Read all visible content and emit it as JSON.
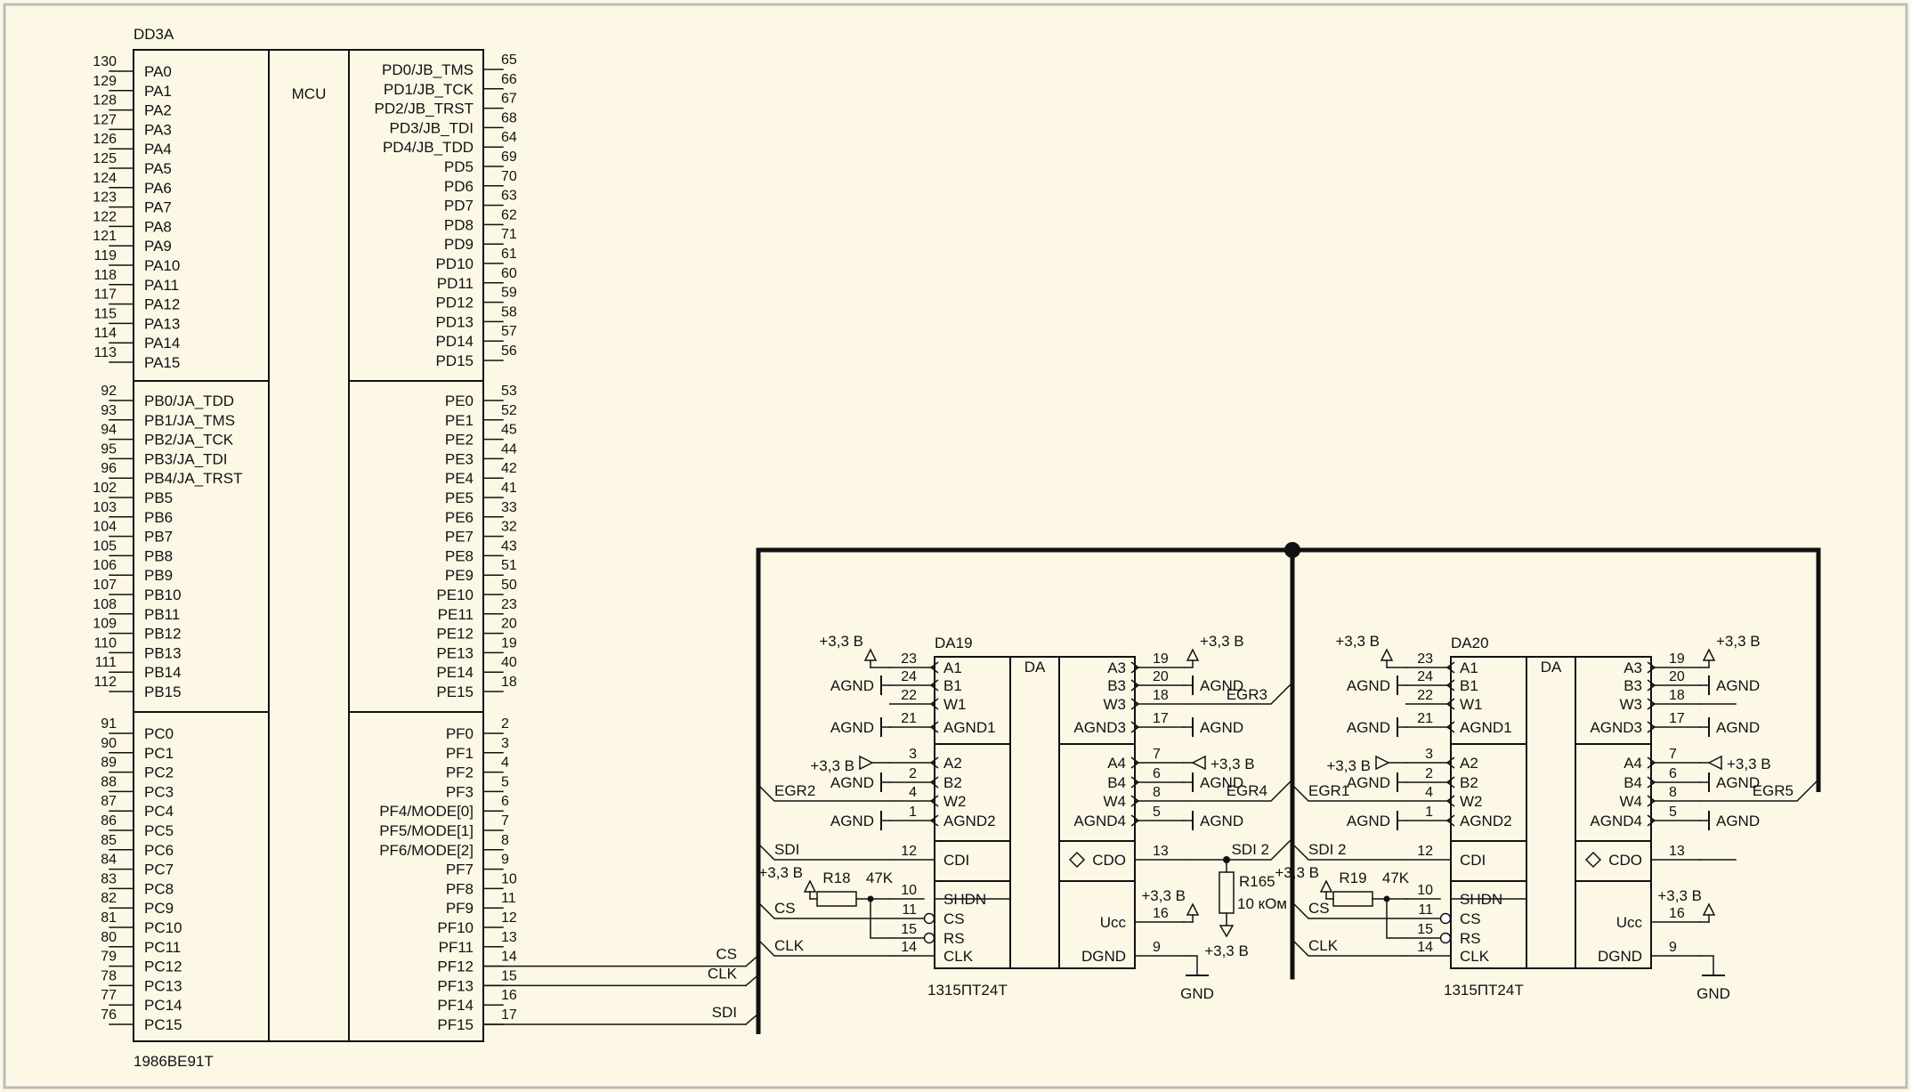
{
  "colors": {
    "background": "#fdf8e6",
    "ink": "#111111",
    "frame": "#bbbbbb"
  },
  "mcu": {
    "ref": "DD3A",
    "name": "MCU",
    "part": "1986ВЕ91Т",
    "portA": [
      {
        "label": "PA0",
        "pin": "130"
      },
      {
        "label": "PA1",
        "pin": "129"
      },
      {
        "label": "PA2",
        "pin": "128"
      },
      {
        "label": "PA3",
        "pin": "127"
      },
      {
        "label": "PA4",
        "pin": "126"
      },
      {
        "label": "PA5",
        "pin": "125"
      },
      {
        "label": "PA6",
        "pin": "124"
      },
      {
        "label": "PA7",
        "pin": "123"
      },
      {
        "label": "PA8",
        "pin": "122"
      },
      {
        "label": "PA9",
        "pin": "121"
      },
      {
        "label": "PA10",
        "pin": "119"
      },
      {
        "label": "PA11",
        "pin": "118"
      },
      {
        "label": "PA12",
        "pin": "117"
      },
      {
        "label": "PA13",
        "pin": "115"
      },
      {
        "label": "PA14",
        "pin": "114"
      },
      {
        "label": "PA15",
        "pin": "113"
      }
    ],
    "portB": [
      {
        "label": "PB0/JA_TDD",
        "pin": "92"
      },
      {
        "label": "PB1/JA_TMS",
        "pin": "93"
      },
      {
        "label": "PB2/JA_TCK",
        "pin": "94"
      },
      {
        "label": "PB3/JA_TDI",
        "pin": "95"
      },
      {
        "label": "PB4/JA_TRST",
        "pin": "96"
      },
      {
        "label": "PB5",
        "pin": "102"
      },
      {
        "label": "PB6",
        "pin": "103"
      },
      {
        "label": "PB7",
        "pin": "104"
      },
      {
        "label": "PB8",
        "pin": "105"
      },
      {
        "label": "PB9",
        "pin": "106"
      },
      {
        "label": "PB10",
        "pin": "107"
      },
      {
        "label": "PB11",
        "pin": "108"
      },
      {
        "label": "PB12",
        "pin": "109"
      },
      {
        "label": "PB13",
        "pin": "110"
      },
      {
        "label": "PB14",
        "pin": "111"
      },
      {
        "label": "PB15",
        "pin": "112"
      }
    ],
    "portC": [
      {
        "label": "PC0",
        "pin": "91"
      },
      {
        "label": "PC1",
        "pin": "90"
      },
      {
        "label": "PC2",
        "pin": "89"
      },
      {
        "label": "PC3",
        "pin": "88"
      },
      {
        "label": "PC4",
        "pin": "87"
      },
      {
        "label": "PC5",
        "pin": "86"
      },
      {
        "label": "PC6",
        "pin": "85"
      },
      {
        "label": "PC7",
        "pin": "84"
      },
      {
        "label": "PC8",
        "pin": "83"
      },
      {
        "label": "PC9",
        "pin": "82"
      },
      {
        "label": "PC10",
        "pin": "81"
      },
      {
        "label": "PC11",
        "pin": "80"
      },
      {
        "label": "PC12",
        "pin": "79"
      },
      {
        "label": "PC13",
        "pin": "78"
      },
      {
        "label": "PC14",
        "pin": "77"
      },
      {
        "label": "PC15",
        "pin": "76"
      }
    ],
    "portD": [
      {
        "label": "PD0/JB_TMS",
        "pin": "65"
      },
      {
        "label": "PD1/JB_TCK",
        "pin": "66"
      },
      {
        "label": "PD2/JB_TRST",
        "pin": "67"
      },
      {
        "label": "PD3/JB_TDI",
        "pin": "68"
      },
      {
        "label": "PD4/JB_TDD",
        "pin": "64"
      },
      {
        "label": "PD5",
        "pin": "69"
      },
      {
        "label": "PD6",
        "pin": "70"
      },
      {
        "label": "PD7",
        "pin": "63"
      },
      {
        "label": "PD8",
        "pin": "62"
      },
      {
        "label": "PD9",
        "pin": "71"
      },
      {
        "label": "PD10",
        "pin": "61"
      },
      {
        "label": "PD11",
        "pin": "60"
      },
      {
        "label": "PD12",
        "pin": "59"
      },
      {
        "label": "PD13",
        "pin": "58"
      },
      {
        "label": "PD14",
        "pin": "57"
      },
      {
        "label": "PD15",
        "pin": "56"
      }
    ],
    "portE": [
      {
        "label": "PE0",
        "pin": "53"
      },
      {
        "label": "PE1",
        "pin": "52"
      },
      {
        "label": "PE2",
        "pin": "45"
      },
      {
        "label": "PE3",
        "pin": "44"
      },
      {
        "label": "PE4",
        "pin": "42"
      },
      {
        "label": "PE5",
        "pin": "41"
      },
      {
        "label": "PE6",
        "pin": "33"
      },
      {
        "label": "PE7",
        "pin": "32"
      },
      {
        "label": "PE8",
        "pin": "43"
      },
      {
        "label": "PE9",
        "pin": "51"
      },
      {
        "label": "PE10",
        "pin": "50"
      },
      {
        "label": "PE11",
        "pin": "23"
      },
      {
        "label": "PE12",
        "pin": "20"
      },
      {
        "label": "PE13",
        "pin": "19"
      },
      {
        "label": "PE14",
        "pin": "40"
      },
      {
        "label": "PE15",
        "pin": "18"
      }
    ],
    "portF": [
      {
        "label": "PF0",
        "pin": "2"
      },
      {
        "label": "PF1",
        "pin": "3"
      },
      {
        "label": "PF2",
        "pin": "4"
      },
      {
        "label": "PF3",
        "pin": "5"
      },
      {
        "label": "PF4/MODE[0]",
        "pin": "6"
      },
      {
        "label": "PF5/MODE[1]",
        "pin": "7"
      },
      {
        "label": "PF6/MODE[2]",
        "pin": "8"
      },
      {
        "label": "PF7",
        "pin": "9"
      },
      {
        "label": "PF8",
        "pin": "10"
      },
      {
        "label": "PF9",
        "pin": "11"
      },
      {
        "label": "PF10",
        "pin": "12"
      },
      {
        "label": "PF11",
        "pin": "13"
      },
      {
        "label": "PF12",
        "pin": "14"
      },
      {
        "label": "PF13",
        "pin": "15"
      },
      {
        "label": "PF14",
        "pin": "16"
      },
      {
        "label": "PF15",
        "pin": "17"
      }
    ]
  },
  "bus_signals": [
    "CS",
    "CLK",
    "SDI"
  ],
  "da_left_pins": [
    {
      "label": "A1",
      "pin": "23"
    },
    {
      "label": "B1",
      "pin": "24"
    },
    {
      "label": "W1",
      "pin": "22"
    },
    {
      "label": "AGND1",
      "pin": "21"
    },
    {
      "label": "A2",
      "pin": "3"
    },
    {
      "label": "B2",
      "pin": "2"
    },
    {
      "label": "W2",
      "pin": "4"
    },
    {
      "label": "AGND2",
      "pin": "1"
    },
    {
      "label": "CDI",
      "pin": "12"
    },
    {
      "label": "SHDN",
      "pin": "10"
    },
    {
      "label": "CS",
      "pin": "11"
    },
    {
      "label": "RS",
      "pin": "15"
    },
    {
      "label": "CLK",
      "pin": "14"
    }
  ],
  "da_right_pins": [
    {
      "label": "A3",
      "pin": "19"
    },
    {
      "label": "B3",
      "pin": "20"
    },
    {
      "label": "W3",
      "pin": "18"
    },
    {
      "label": "AGND3",
      "pin": "17"
    },
    {
      "label": "A4",
      "pin": "7"
    },
    {
      "label": "B4",
      "pin": "6"
    },
    {
      "label": "W4",
      "pin": "8"
    },
    {
      "label": "AGND4",
      "pin": "5"
    },
    {
      "label": "CDO",
      "pin": "13"
    },
    {
      "label": "Ucc",
      "pin": "16"
    },
    {
      "label": "DGND",
      "pin": "9"
    }
  ],
  "da19": {
    "ref": "DA19",
    "part": "1315ПТ24Т",
    "core": "DA",
    "net_sdi": "SDI",
    "net_cs": "CS",
    "net_clk": "CLK",
    "net_w2": "EGR2",
    "net_w3": "EGR3",
    "net_w4": "EGR4",
    "net_cdo": "SDI 2",
    "res_ref": "R18",
    "res_val": "47K"
  },
  "da20": {
    "ref": "DA20",
    "part": "1315ПТ24Т",
    "core": "DA",
    "net_sdi": "SDI 2",
    "net_cs": "CS",
    "net_clk": "CLK",
    "net_w2": "EGR1",
    "net_w4": "EGR5",
    "res_ref": "R19",
    "res_val": "47K"
  },
  "r165": {
    "ref": "R165",
    "value": "10 кОм"
  },
  "power": {
    "vcc": "+3,3 В",
    "agnd": "AGND",
    "gnd": "GND"
  }
}
